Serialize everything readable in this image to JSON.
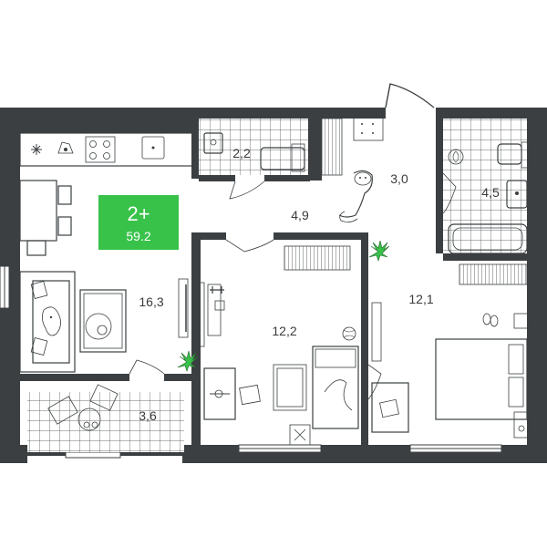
{
  "badge": {
    "rooms": "2+",
    "total_area": "59.2",
    "color": "#38c24a"
  },
  "rooms": [
    {
      "id": "bathroom-small",
      "area": "2,2"
    },
    {
      "id": "closet-hall",
      "area": "3,0"
    },
    {
      "id": "bathroom",
      "area": "4,5"
    },
    {
      "id": "hallway",
      "area": "4,9"
    },
    {
      "id": "kitchen-living",
      "area": "16,3"
    },
    {
      "id": "bedroom-1",
      "area": "12,2"
    },
    {
      "id": "bedroom-2",
      "area": "12,1"
    },
    {
      "id": "balcony",
      "area": "3,6"
    }
  ],
  "colors": {
    "wall": "#3b3f41",
    "tile": "#3b3f41",
    "plant": "#38c24a",
    "background": "#ffffff"
  },
  "icons": [
    "snowflake-icon",
    "cat-icon",
    "dog-icon",
    "plant-icon",
    "fan-icon",
    "ball-icon",
    "dumbbell-icon",
    "slippers-icon"
  ]
}
